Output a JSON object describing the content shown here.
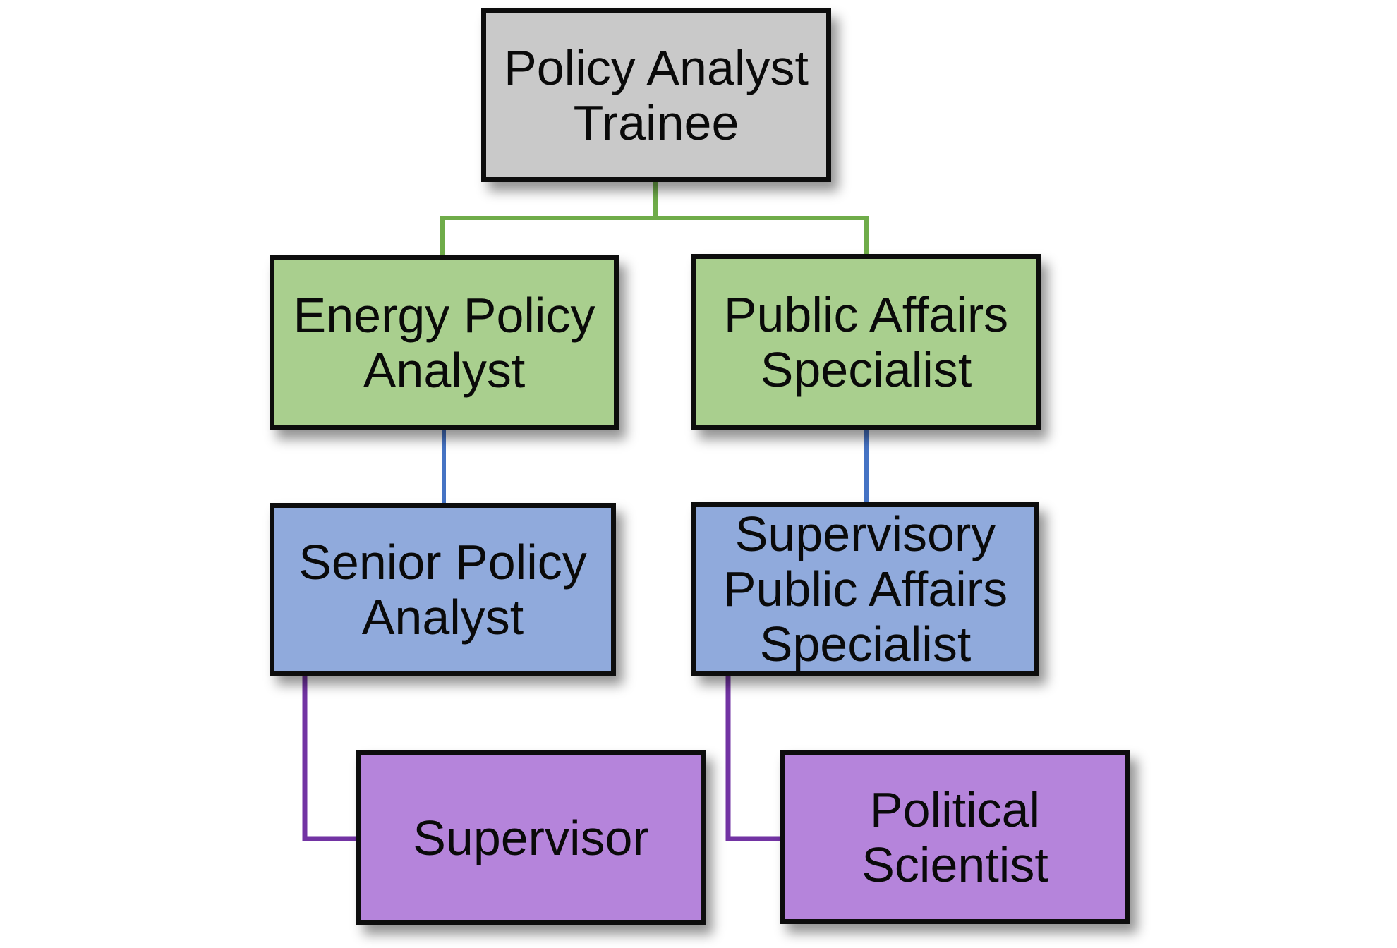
{
  "diagram": {
    "kind": "career-path-org-chart",
    "background": "#ffffff",
    "text_color": "#0a0a0a",
    "box_border_color": "#0d0d0d",
    "nodes": {
      "policy_analyst_trainee": {
        "label": "Policy Analyst\nTrainee",
        "fill": "#c9c9c9",
        "level": 1
      },
      "energy_policy_analyst": {
        "label": "Energy Policy\nAnalyst",
        "fill": "#a9cf8e",
        "level": 2
      },
      "public_affairs_specialist": {
        "label": "Public Affairs\nSpecialist",
        "fill": "#a9cf8e",
        "level": 2
      },
      "senior_policy_analyst": {
        "label": "Senior Policy\nAnalyst",
        "fill": "#90aadc",
        "level": 3
      },
      "supervisory_public_affairs_specialist": {
        "label": "Supervisory\nPublic Affairs\nSpecialist",
        "fill": "#90aadc",
        "level": 3
      },
      "supervisor": {
        "label": "Supervisor",
        "fill": "#b584db",
        "level": 4
      },
      "political_scientist": {
        "label": "Political\nScientist",
        "fill": "#b584db",
        "level": 4
      }
    },
    "connector_colors": {
      "level1_to_2": "#6fac49",
      "level2_to_3": "#4573c4",
      "level3_to_4": "#7233a3"
    },
    "edges": [
      {
        "from": "policy_analyst_trainee",
        "to": "energy_policy_analyst",
        "color": "#6fac49"
      },
      {
        "from": "policy_analyst_trainee",
        "to": "public_affairs_specialist",
        "color": "#6fac49"
      },
      {
        "from": "energy_policy_analyst",
        "to": "senior_policy_analyst",
        "color": "#4573c4"
      },
      {
        "from": "public_affairs_specialist",
        "to": "supervisory_public_affairs_specialist",
        "color": "#4573c4"
      },
      {
        "from": "senior_policy_analyst",
        "to": "supervisor",
        "color": "#7233a3"
      },
      {
        "from": "supervisory_public_affairs_specialist",
        "to": "political_scientist",
        "color": "#7233a3"
      }
    ]
  }
}
